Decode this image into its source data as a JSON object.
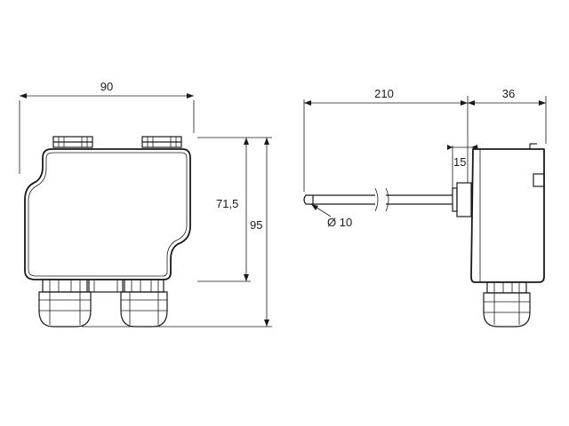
{
  "dimensions": {
    "front_width": "90",
    "front_height_inner": "71,5",
    "front_height_total": "95",
    "probe_length": "210",
    "housing_depth": "36",
    "flange_width": "15",
    "probe_diameter": "Ø 10"
  },
  "colors": {
    "line": "#1a1a1a",
    "background": "#ffffff"
  }
}
